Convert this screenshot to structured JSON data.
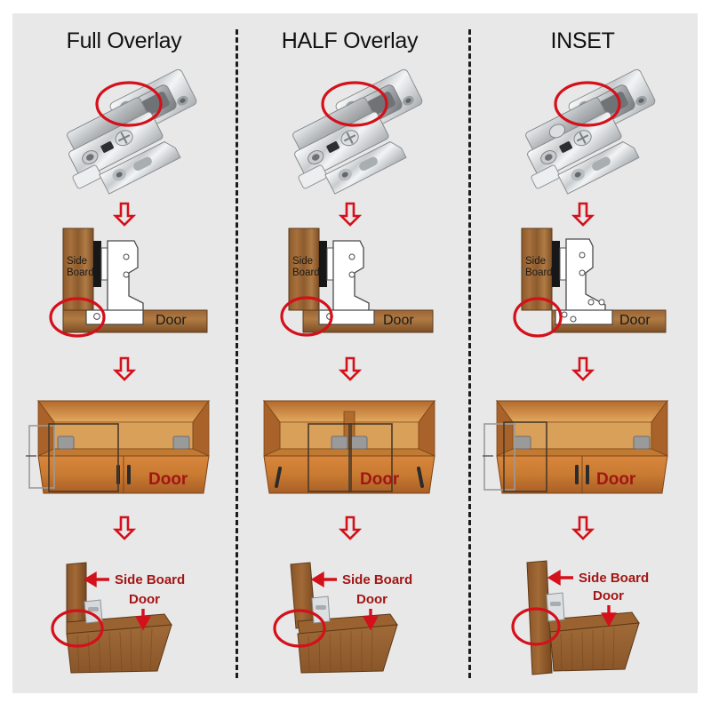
{
  "page": {
    "title": "Cabinet Hinge Overlay Types Comparison",
    "background_color": "#ffffff",
    "panel_color": "#e8e8e8",
    "divider_style": "dashed",
    "divider_color": "#1c1c1c",
    "accent_color": "#d4101a",
    "label_red": "#a31515"
  },
  "columns": [
    {
      "id": "full-overlay",
      "title": "Full Overlay",
      "rows": {
        "hinge_photo": {
          "caption": "full overlay cabinet hinge",
          "highlight": "red-ellipse"
        },
        "cross_section": {
          "side_board_label": "Side\nBoard",
          "side_board_line1": "Side",
          "side_board_line2": "Board",
          "door_label": "Door",
          "highlight": "red-ellipse"
        },
        "cabinet_box": {
          "door_label": "Door",
          "doors": 2
        },
        "corner_view": {
          "side_board_label": "Side Board",
          "door_label": "Door",
          "highlight": "red-ellipse"
        }
      }
    },
    {
      "id": "half-overlay",
      "title": "HALF Overlay",
      "rows": {
        "hinge_photo": {
          "caption": "half overlay cabinet hinge",
          "highlight": "red-ellipse"
        },
        "cross_section": {
          "side_board_label": "Side\nBoard",
          "side_board_line1": "Side",
          "side_board_line2": "Board",
          "door_label": "Door",
          "highlight": "red-ellipse"
        },
        "cabinet_box": {
          "door_label": "Door",
          "doors": 2
        },
        "corner_view": {
          "side_board_label": "Side Board",
          "door_label": "Door",
          "highlight": "red-ellipse"
        }
      }
    },
    {
      "id": "inset",
      "title": "INSET",
      "rows": {
        "hinge_photo": {
          "caption": "inset cabinet hinge",
          "highlight": "red-ellipse"
        },
        "cross_section": {
          "side_board_label": "Side\nBoard",
          "side_board_line1": "Side",
          "side_board_line2": "Board",
          "door_label": "Door",
          "highlight": "red-ellipse"
        },
        "cabinet_box": {
          "door_label": "Door",
          "doors": 2
        },
        "corner_view": {
          "side_board_label": "Side Board",
          "door_label": "Door",
          "highlight": "red-ellipse"
        }
      }
    }
  ],
  "arrows": {
    "glyph": "down-arrow",
    "count_per_column": 3,
    "color": "#d4101a"
  }
}
